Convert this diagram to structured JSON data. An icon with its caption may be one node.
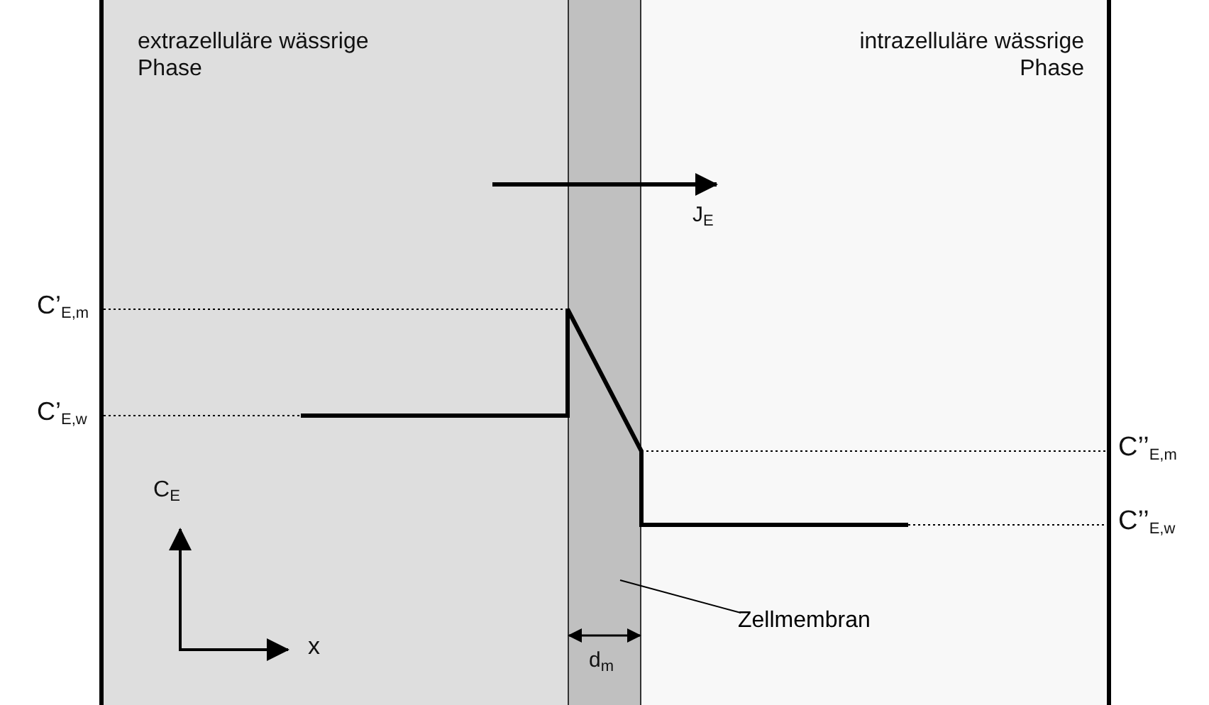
{
  "diagram": {
    "nodes": [
      {
        "text": [
          "extrazelluläre wässrige Phase"
        ]
      },
      {
        "text": [],
        "shape": "bar"
      },
      {
        "text": [
          "intrazelluläre wässrige Phase"
        ]
      },
      {
        "text": [
          "Zellmembran"
        ],
        "in": 2
      }
    ],
    "edges": [
      {
        "from": 3,
        "to": 1,
        "arrow": "none"
      }
    ],
    "labels": [
      "C’$_{E,m}$",
      "C’$_{E,w}$",
      "J$_{E}$",
      "C’’$_{E,m}$",
      "C$_{E}$",
      "C’’$_{E,w}$",
      "x",
      "d$_{m}$"
    ]
  }
}
